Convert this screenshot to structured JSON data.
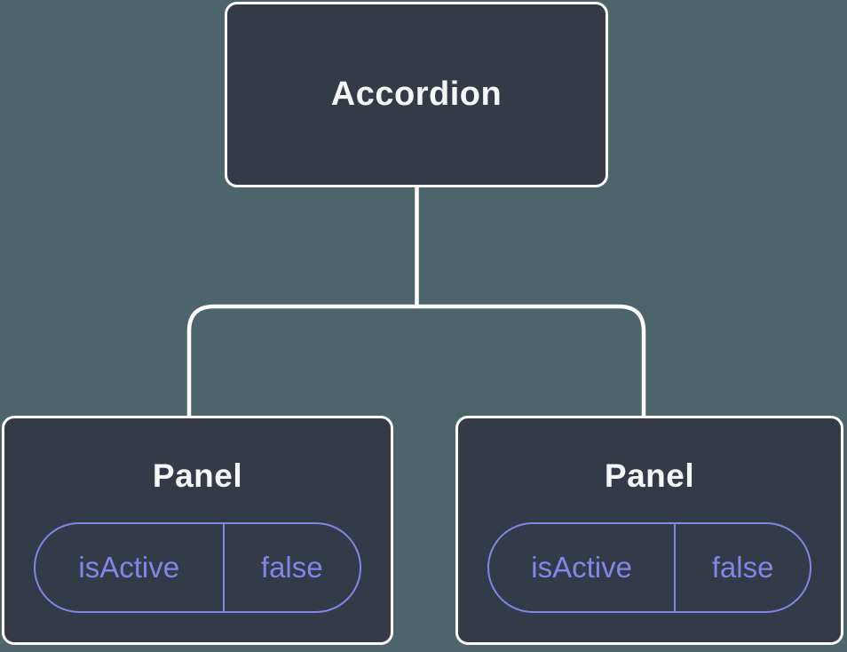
{
  "diagram": {
    "background_color": "#4e646c",
    "node_fill_color": "#343a47",
    "node_border_color": "#ffffff",
    "accent_color": "#8186e8",
    "root": {
      "label": "Accordion"
    },
    "panels": [
      {
        "label": "Panel",
        "state": {
          "key": "isActive",
          "value": "false"
        }
      },
      {
        "label": "Panel",
        "state": {
          "key": "isActive",
          "value": "false"
        }
      }
    ]
  }
}
